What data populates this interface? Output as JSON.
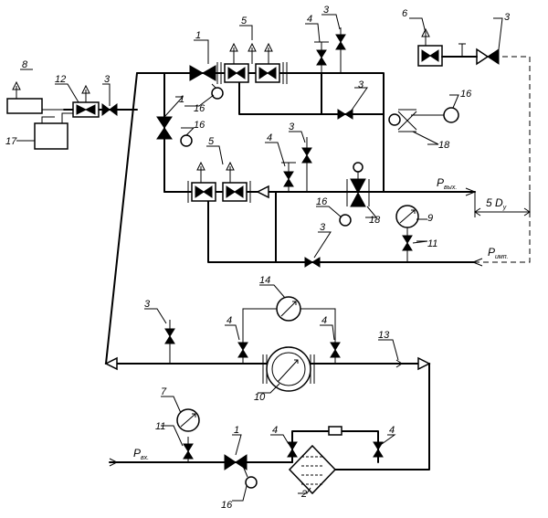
{
  "diagram": {
    "callouts": {
      "n1_top": "1",
      "n1_mid": "1",
      "n1_bot": "1",
      "n2": "2",
      "n3_a": "3",
      "n3_b": "3",
      "n3_c": "3",
      "n3_d": "3",
      "n3_e": "3",
      "n3_f": "3",
      "n3_g": "3",
      "n4_a": "4",
      "n4_b": "4",
      "n4_c": "4",
      "n4_d": "4",
      "n4_e": "4",
      "n4_f": "4",
      "n5_a": "5",
      "n5_b": "5",
      "n6": "6",
      "n7": "7",
      "n8": "8",
      "n9": "9",
      "n10": "10",
      "n11_a": "11",
      "n11_b": "11",
      "n12": "12",
      "n13": "13",
      "n14": "14",
      "n16_a": "16",
      "n16_b": "16",
      "n16_c": "16",
      "n16_d": "16",
      "n16_e": "16",
      "n17": "17",
      "n18_a": "18",
      "n18_b": "18"
    },
    "flow_labels": {
      "p_out": "P",
      "p_out_sub": "вых.",
      "p_imp": "P",
      "p_imp_sub": "имп.",
      "p_in": "P",
      "p_in_sub": "вх.",
      "dim": "5 D",
      "dim_sub": "у"
    }
  }
}
